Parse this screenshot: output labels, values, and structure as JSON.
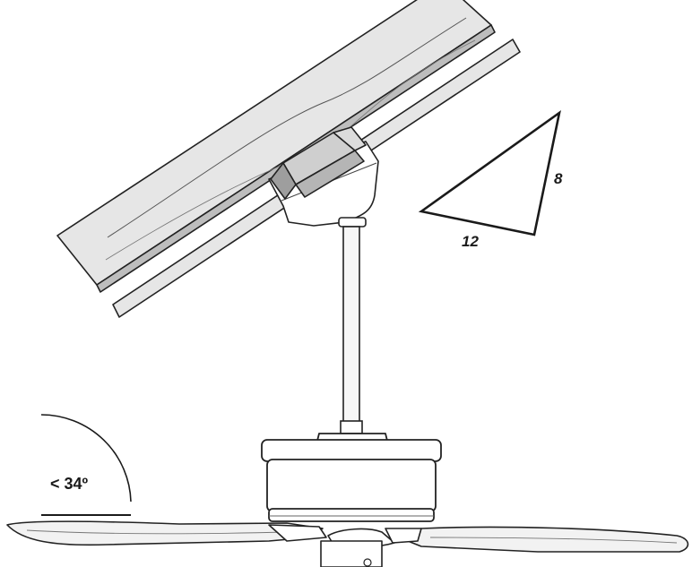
{
  "slope_triangle": {
    "rise_label": "8",
    "run_label": "12"
  },
  "angle_indicator": {
    "label": "< 34º"
  },
  "colors": {
    "stroke": "#222222",
    "ceiling_fill": "#e6e6e6",
    "ceiling_dark": "#bdbdbd",
    "fan_fill": "#ffffff",
    "blade_fill": "#f2f2f2"
  }
}
